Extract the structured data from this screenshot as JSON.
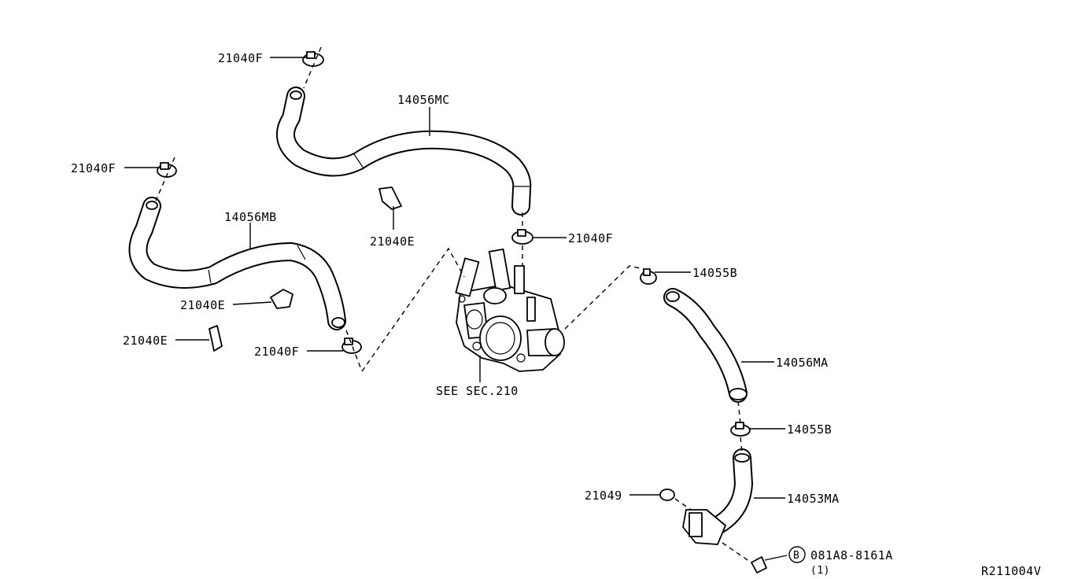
{
  "diagram_id": "R211004V",
  "see_reference": "SEE SEC.210",
  "parts": {
    "clamp_top": "21040F",
    "hose_upper": "14056MC",
    "clamp_left": "21040F",
    "hose_mid": "14056MB",
    "clip_e_upper": "21040E",
    "clip_e_mid": "21040E",
    "clip_e_lower": "21040E",
    "clamp_housing_left": "21040F",
    "clamp_housing_top": "21040F",
    "clamp_b_upper": "14055B",
    "hose_right": "14056MA",
    "clamp_b_lower": "14055B",
    "o_ring": "21049",
    "pipe_lower": "14053MA",
    "bolt_callout_letter": "B",
    "bolt_part": "081A8-8161A",
    "bolt_qty": "(1)"
  }
}
